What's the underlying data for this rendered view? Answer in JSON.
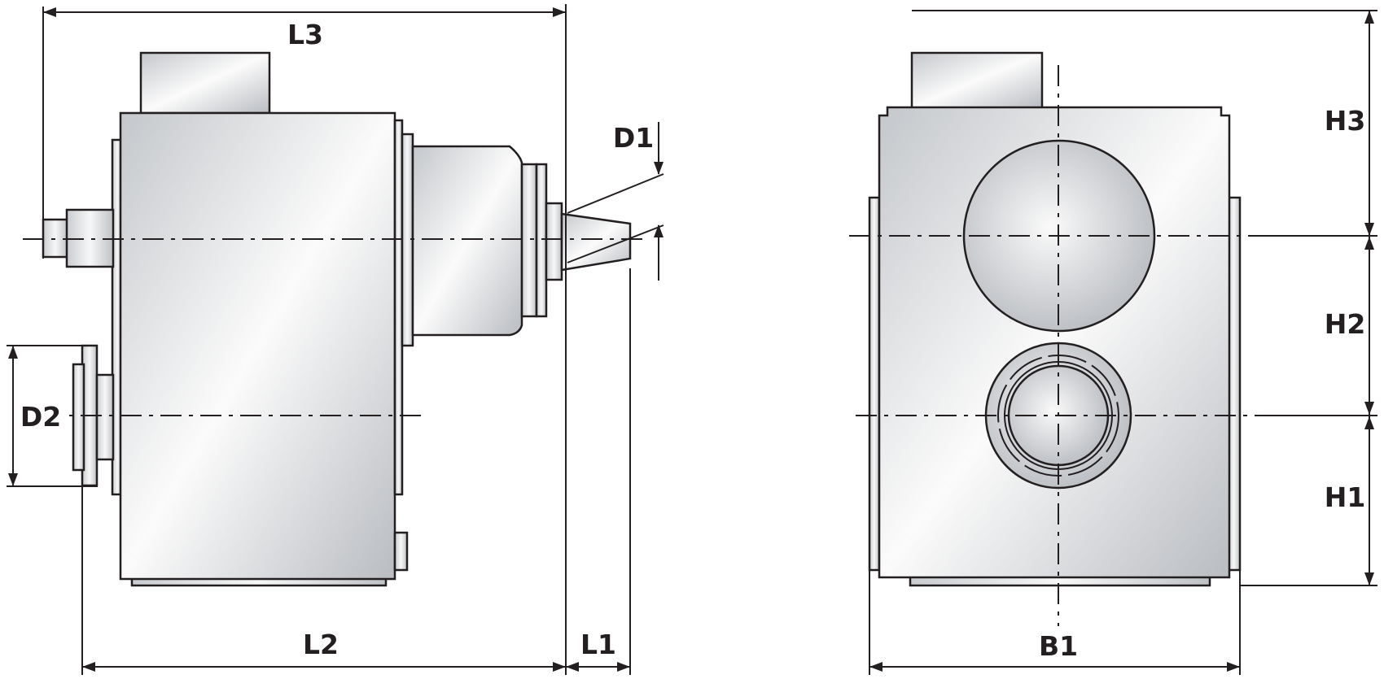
{
  "labels": {
    "L3": "L3",
    "L2": "L2",
    "L1": "L1",
    "D1": "D1",
    "D2": "D2",
    "B1": "B1",
    "H1": "H1",
    "H2": "H2",
    "H3": "H3"
  }
}
